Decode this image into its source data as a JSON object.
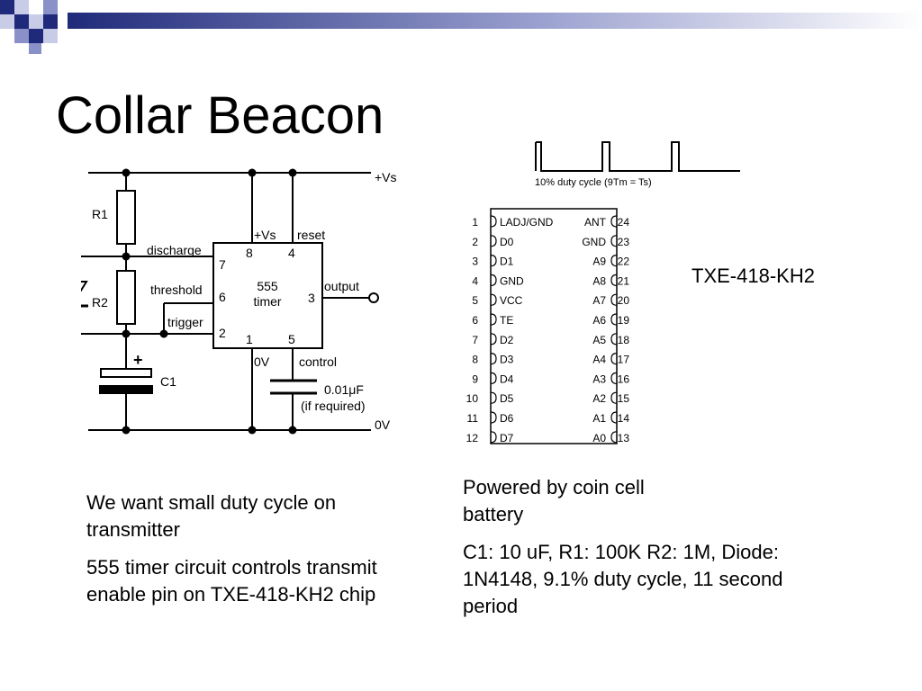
{
  "slide": {
    "title": "Collar Beacon",
    "chip_name": "TXE-418-KH2",
    "left_points": [
      "We want small duty cycle on transmitter",
      "555 timer circuit controls transmit enable pin on TXE-418-KH2 chip"
    ],
    "right_points": [
      "Powered by coin cell battery",
      "C1: 10 uF, R1: 100K R2: 1M, Diode: 1N4148, 9.1% duty cycle, 11 second period"
    ]
  },
  "circuit": {
    "rail_top": "+Vs",
    "rail_bottom": "0V",
    "r1": "R1",
    "r2": "R2",
    "c1": "C1",
    "c1_plus": "+",
    "discharge": "discharge",
    "threshold": "threshold",
    "trigger": "trigger",
    "pin_vs": "+Vs",
    "pin_reset": "reset",
    "pin_output": "output",
    "pin_0v": "0V",
    "pin_control": "control",
    "timer_line1": "555",
    "timer_line2": "timer",
    "pin7": "7",
    "pin6": "6",
    "pin2": "2",
    "pin8": "8",
    "pin4": "4",
    "pin3": "3",
    "pin1": "1",
    "pin5": "5",
    "cap_value": "0.01μF",
    "cap_note": "(if required)"
  },
  "waveform": {
    "caption": "10% duty cycle (9Tm = Ts)"
  },
  "chip": {
    "left_pins": [
      {
        "num": "1",
        "name": "LADJ/GND"
      },
      {
        "num": "2",
        "name": "D0"
      },
      {
        "num": "3",
        "name": "D1"
      },
      {
        "num": "4",
        "name": "GND"
      },
      {
        "num": "5",
        "name": "VCC"
      },
      {
        "num": "6",
        "name": "TE"
      },
      {
        "num": "7",
        "name": "D2"
      },
      {
        "num": "8",
        "name": "D3"
      },
      {
        "num": "9",
        "name": "D4"
      },
      {
        "num": "10",
        "name": "D5"
      },
      {
        "num": "11",
        "name": "D6"
      },
      {
        "num": "12",
        "name": "D7"
      }
    ],
    "right_pins": [
      {
        "num": "24",
        "name": "ANT"
      },
      {
        "num": "23",
        "name": "GND"
      },
      {
        "num": "22",
        "name": "A9"
      },
      {
        "num": "21",
        "name": "A8"
      },
      {
        "num": "20",
        "name": "A7"
      },
      {
        "num": "19",
        "name": "A6"
      },
      {
        "num": "18",
        "name": "A5"
      },
      {
        "num": "17",
        "name": "A4"
      },
      {
        "num": "16",
        "name": "A3"
      },
      {
        "num": "15",
        "name": "A2"
      },
      {
        "num": "14",
        "name": "A1"
      },
      {
        "num": "13",
        "name": "A0"
      }
    ]
  },
  "theme": {
    "accent_dark": "#1f2a7a",
    "accent_mid": "#8a90c8",
    "accent_light": "#c9cce6"
  }
}
